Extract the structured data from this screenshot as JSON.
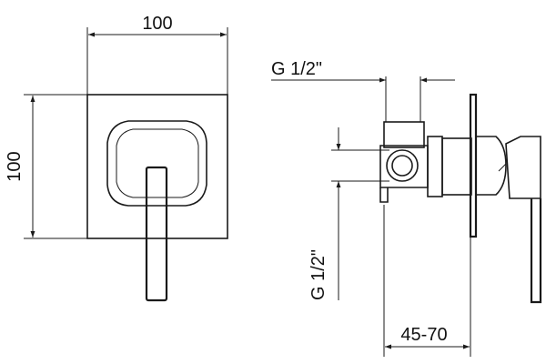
{
  "front_view": {
    "width_dimension": "100",
    "height_dimension": "100"
  },
  "side_view": {
    "top_thread_label": "G 1/2\"",
    "side_thread_label": "G 1/2\"",
    "depth_dimension": "45-70"
  }
}
